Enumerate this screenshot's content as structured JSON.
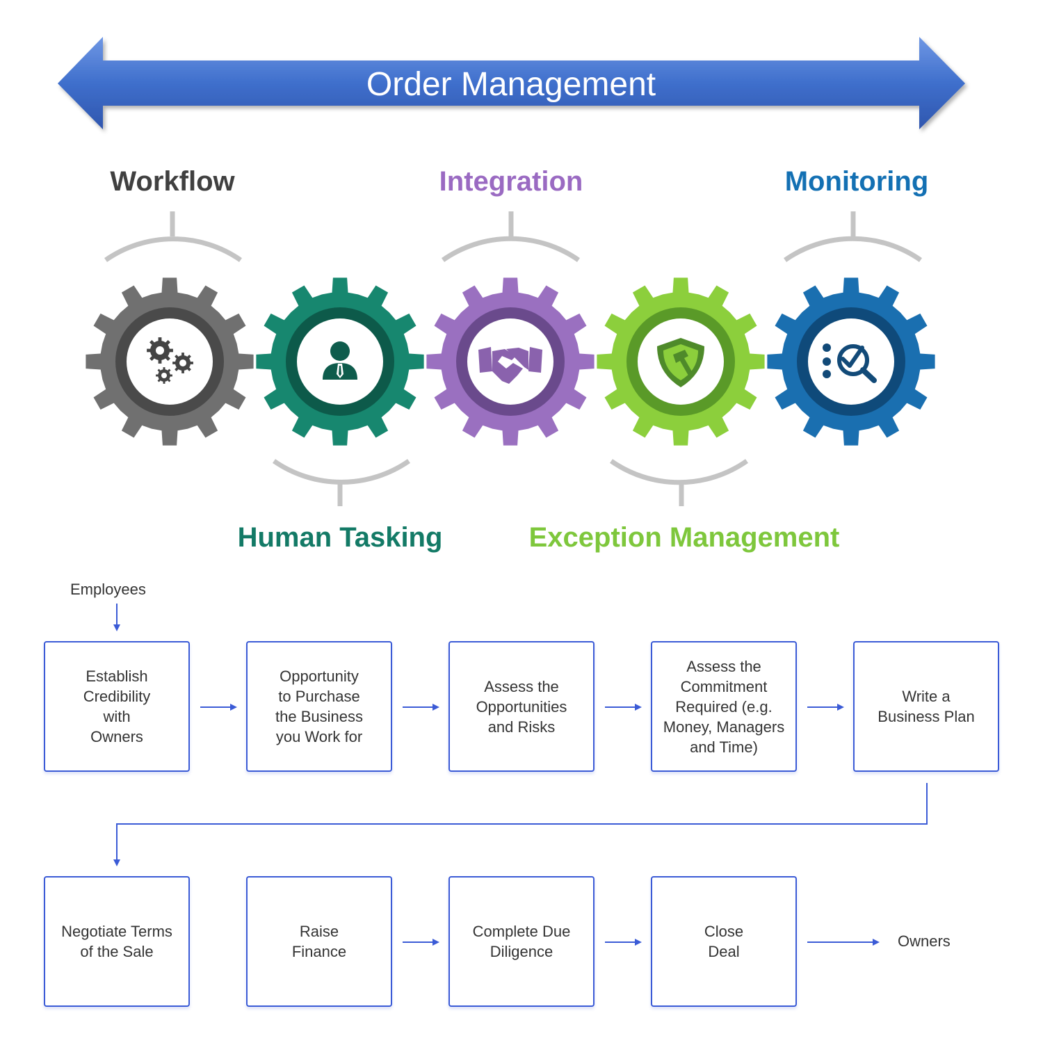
{
  "banner": {
    "title": "Order Management"
  },
  "gears": [
    {
      "label": "Workflow",
      "color": "#707070",
      "ring": "#4a4a4a",
      "label_color": "#404040",
      "icon": "cogs-icon",
      "position": "top"
    },
    {
      "label": "Human Tasking",
      "color": "#17876f",
      "ring": "#0d5a4a",
      "label_color": "#137a66",
      "icon": "person-icon",
      "position": "bottom"
    },
    {
      "label": "Integration",
      "color": "#9a70c0",
      "ring": "#6a4a8c",
      "label_color": "#9a6ac2",
      "icon": "handshake-icon",
      "position": "top"
    },
    {
      "label": "Exception Management",
      "color": "#8ccf3c",
      "ring": "#5a9a28",
      "label_color": "#7ec73c",
      "icon": "shield-hammer-icon",
      "position": "bottom"
    },
    {
      "label": "Monitoring",
      "color": "#1a6fb0",
      "ring": "#0f4a7a",
      "label_color": "#1370b3",
      "icon": "checklist-search-icon",
      "position": "top"
    }
  ],
  "flow": {
    "start_label": "Employees",
    "end_label": "Owners",
    "row1": [
      "Establish\nCredibility\nwith\nOwners",
      "Opportunity\nto Purchase\nthe Business\nyou Work for",
      "Assess the\nOpportunities\nand Risks",
      "Assess the\nCommitment\nRequired (e.g.\nMoney, Managers\nand Time)",
      "Write a\nBusiness Plan"
    ],
    "row2": [
      "Negotiate Terms\nof the Sale",
      "Raise\nFinance",
      "Complete Due\nDiligence",
      "Close\nDeal"
    ]
  },
  "colors": {
    "arrow": "#3b5bd6",
    "banner": "#3f6fcc",
    "bracket": "#c4c4c4"
  }
}
